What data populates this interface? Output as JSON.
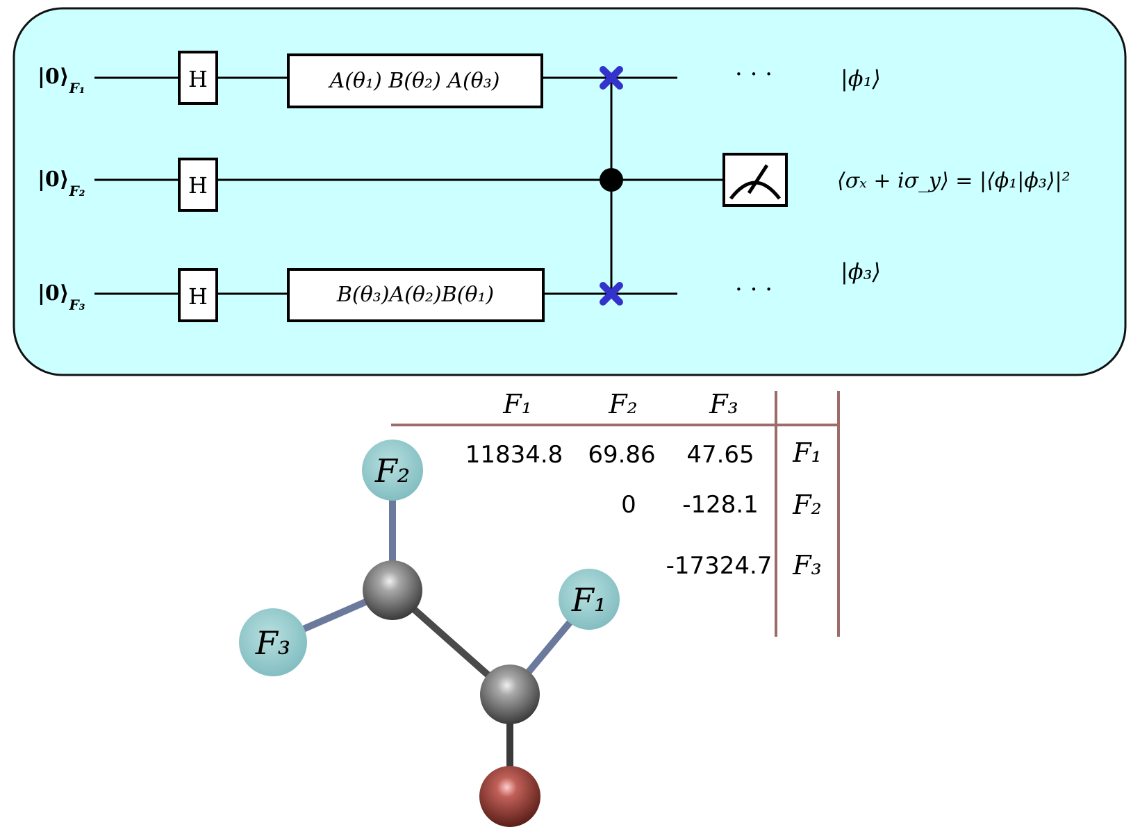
{
  "circuit": {
    "inputs": [
      {
        "ket": "|0⟩",
        "sub": "F₁"
      },
      {
        "ket": "|0⟩",
        "sub": "F₂"
      },
      {
        "ket": "|0⟩",
        "sub": "F₃"
      }
    ],
    "hadamard_label": "H",
    "gate_top": "A(θ₁) B(θ₂) A(θ₃)",
    "gate_bottom": "B(θ₃)A(θ₂)B(θ₁)",
    "dots": "· · ·",
    "output_top": "|ϕ₁⟩",
    "output_bottom": "|ϕ₃⟩",
    "measurement": "⟨σₓ + iσ_y⟩ = |⟨ϕ₁|ϕ₃⟩|²",
    "colors": {
      "background": "#ccffff",
      "swap": "#3333cc"
    }
  },
  "table": {
    "col_headers": [
      "F₁",
      "F₂",
      "F₃"
    ],
    "row_headers": [
      "F₁",
      "F₂",
      "F₃"
    ],
    "rows": [
      [
        "11834.8",
        "69.86",
        "47.65"
      ],
      [
        "",
        "0",
        "-128.1"
      ],
      [
        "",
        "",
        "-17324.7"
      ]
    ],
    "line_color": "#9e6b6b"
  },
  "molecule": {
    "atoms": [
      {
        "label": "F₂",
        "type": "fluorine"
      },
      {
        "label": "F₃",
        "type": "fluorine"
      },
      {
        "label": "F₁",
        "type": "fluorine"
      },
      {
        "label": "",
        "type": "carbon"
      },
      {
        "label": "",
        "type": "carbon"
      },
      {
        "label": "",
        "type": "bromine"
      }
    ]
  }
}
